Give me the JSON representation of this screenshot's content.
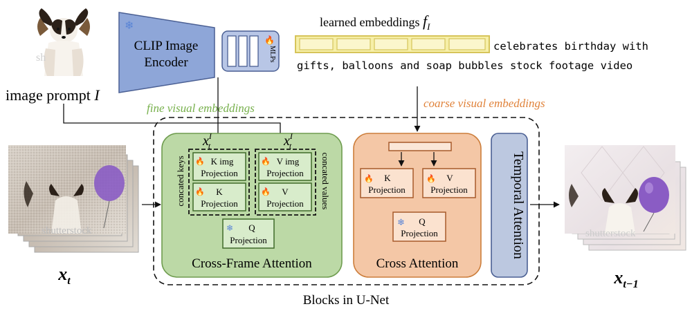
{
  "image_prompt": {
    "label_text": "image prompt ",
    "label_var": "I",
    "watermark": "sh"
  },
  "clip": {
    "line1": "CLIP Image",
    "line2": "Encoder",
    "frozen_icon": "snowflake-icon"
  },
  "mlps": {
    "label": "MLPs",
    "trainable_icon": "flame-icon"
  },
  "learned": {
    "label": "learned embeddings ",
    "var": "f",
    "sub": "I"
  },
  "caption": {
    "line1": "celebrates birthday with",
    "line2": "gifts, balloons and soap bubbles stock footage video"
  },
  "fine_embeddings": "fine visual embeddings",
  "coarse_embeddings": "coarse visual embeddings",
  "x_t": {
    "var": "x",
    "sub": "t"
  },
  "x_t_minus_1": {
    "var": "x",
    "sub": "t−1"
  },
  "x_t_tag_left": {
    "var": "x",
    "sub": "t",
    "sup": "I"
  },
  "x_t_tag_right": {
    "var": "x",
    "sub": "t",
    "sup": "I"
  },
  "frame_watermark": "shutterstock",
  "cross_frame": {
    "title": "Cross-Frame Attention",
    "concated_keys": "concated keys",
    "concated_values": "concated values",
    "k_img": {
      "line1": "K img",
      "line2": "Projection"
    },
    "v_img": {
      "line1": "V img",
      "line2": "Projection"
    },
    "k": {
      "line1": "K",
      "line2": "Projection"
    },
    "v": {
      "line1": "V",
      "line2": "Projection"
    },
    "q": {
      "line1": "Q",
      "line2": "Projection"
    }
  },
  "cross_attention": {
    "title": "Cross Attention",
    "k": {
      "line1": "K",
      "line2": "Projection"
    },
    "v": {
      "line1": "V",
      "line2": "Projection"
    },
    "q": {
      "line1": "Q",
      "line2": "Projection"
    }
  },
  "temporal": {
    "label": "Temporal Attention"
  },
  "unet_label": "Blocks in U-Net",
  "colors": {
    "clip_blue": "#8ea6d8",
    "embed_yellow": "#f6efa8",
    "embed_border": "#d6c45a",
    "green_bg": "#bcd9a6",
    "green_border": "#6e9c4e",
    "orange_bg": "#f4c7a6",
    "orange_border": "#cc7d3a",
    "proj_border": "#a65a2a",
    "temporal_bg": "#bcc8e0",
    "fine_text": "#77b04c",
    "coarse_text": "#e0823a"
  }
}
